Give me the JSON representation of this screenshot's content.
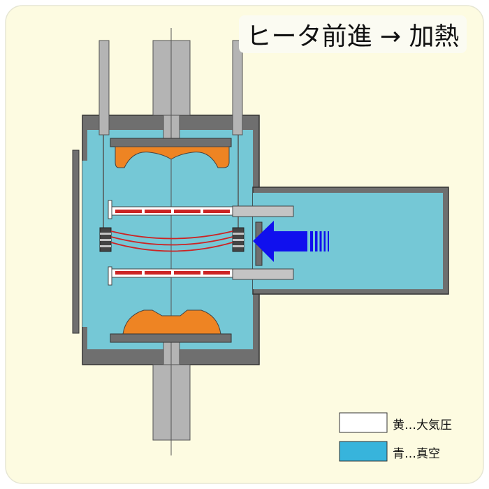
{
  "title": "ヒータ前進 → 加熱",
  "colors": {
    "background": "#fdfbe1",
    "vacuum": "#75c8d6",
    "wall": "#6f6f6f",
    "rod": "#b4b4b4",
    "mold": "#ee8423",
    "heater": "#cc2424",
    "arrow": "#1010ee",
    "legend_air": "#ffffff",
    "legend_vacuum": "#37b4dc"
  },
  "legend": {
    "atmosphere": "黄…大気圧",
    "vacuum": "青…真空"
  },
  "icons": {
    "arrow": "arrow-left-icon"
  }
}
